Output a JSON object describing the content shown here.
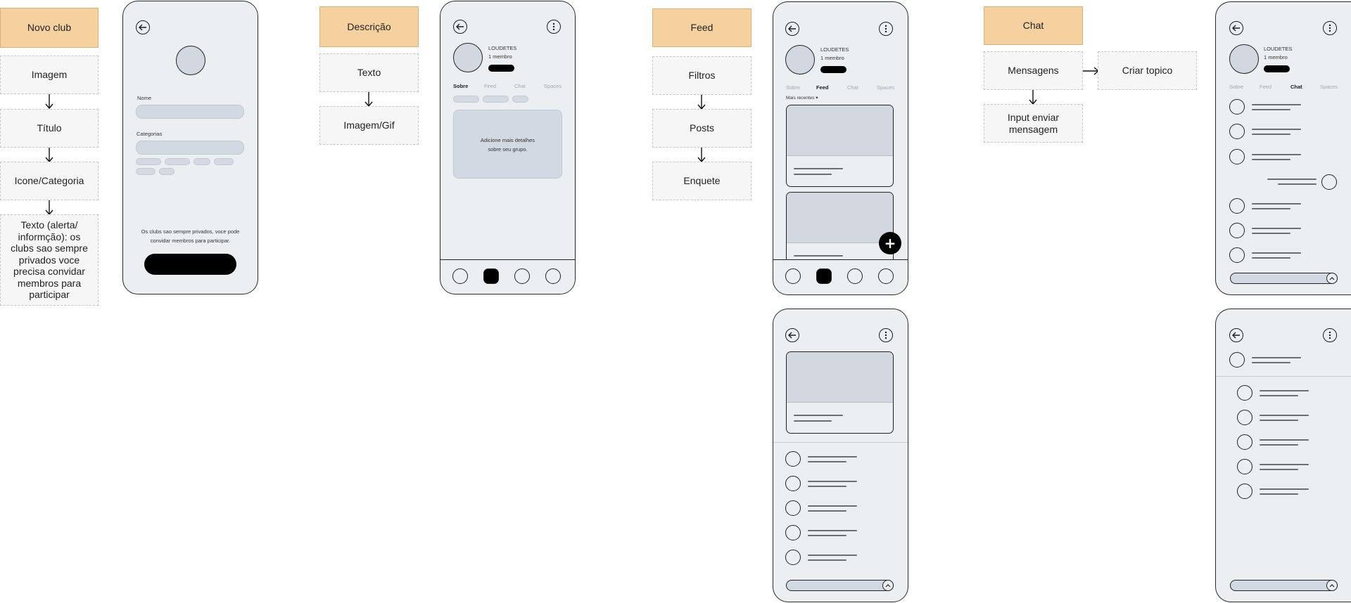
{
  "flow1": {
    "head": "Novo club",
    "steps": [
      "Imagem",
      "Título",
      "Icone/Categoria",
      "Texto (alerta/ informção): os clubs sao sempre privados voce precisa convidar membros para participar"
    ]
  },
  "flow2": {
    "head": "Descrição",
    "steps": [
      "Texto",
      "Imagem/Gif"
    ]
  },
  "flow3": {
    "head": "Feed",
    "steps": [
      "Filtros",
      "Posts",
      "Enquete"
    ]
  },
  "flow4": {
    "head": "Chat",
    "steps": [
      "Mensagens",
      "Input enviar mensagem"
    ],
    "side": "Criar topico"
  },
  "phone1": {
    "name_label": "Nome",
    "categories_label": "Categorias",
    "info_line1": "Os clubs sao sempre privados, voce pode",
    "info_line2": "convidar membros para participar."
  },
  "group": {
    "name": "LOUDETES",
    "members": "1 membro",
    "tabs": [
      "Sobre",
      "Feed",
      "Chat",
      "Spaces"
    ]
  },
  "phone2": {
    "detail_line1": "Adicione mais detalhes",
    "detail_line2": "sobre seu grupo."
  },
  "phone3": {
    "filter": "Mais recentes ▾",
    "fab": "+"
  },
  "icons": {
    "back": "arrow-left-icon",
    "more": "more-vertical-icon",
    "send": "chevron-up-icon"
  },
  "colors": {
    "step_head": "#f4d19e",
    "step_box": "#f6f6f7",
    "phone_bg": "#eceff2"
  }
}
